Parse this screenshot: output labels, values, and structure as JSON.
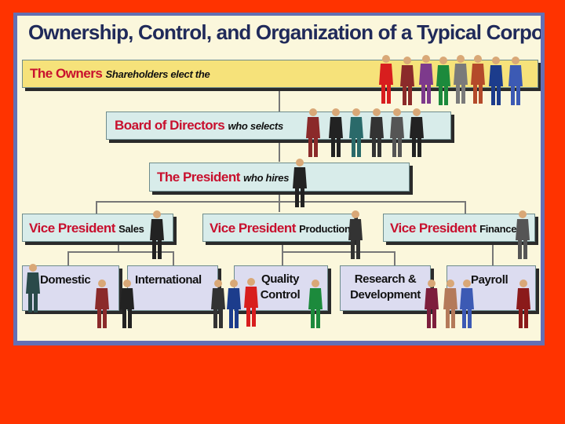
{
  "title": "Ownership, Control, and Organization of a Typical Corporation",
  "owners": {
    "label": "The Owners",
    "sub": "Shareholders elect the"
  },
  "board": {
    "label": "Board of Directors",
    "sub": "who selects"
  },
  "president": {
    "label": "The President",
    "sub": "who hires"
  },
  "vps": [
    {
      "label": "Vice President",
      "sub": "Sales"
    },
    {
      "label": "Vice President",
      "sub": "Production"
    },
    {
      "label": "Vice President",
      "sub": "Finance"
    }
  ],
  "departments": [
    {
      "line1": "Domestic",
      "line2": ""
    },
    {
      "line1": "International",
      "line2": ""
    },
    {
      "line1": "Quality",
      "line2": "Control"
    },
    {
      "line1": "Research &",
      "line2": "Development"
    },
    {
      "line1": "Payroll",
      "line2": ""
    }
  ],
  "colors": {
    "background": "#ff3300",
    "frame": "#6470b4",
    "panel": "#fbf7dc",
    "owners_box": "#f6e27a",
    "teal_box": "#d8ecea",
    "lavender_box": "#dcdcf0",
    "label_red": "#c8102e",
    "title_navy": "#202a5a"
  }
}
